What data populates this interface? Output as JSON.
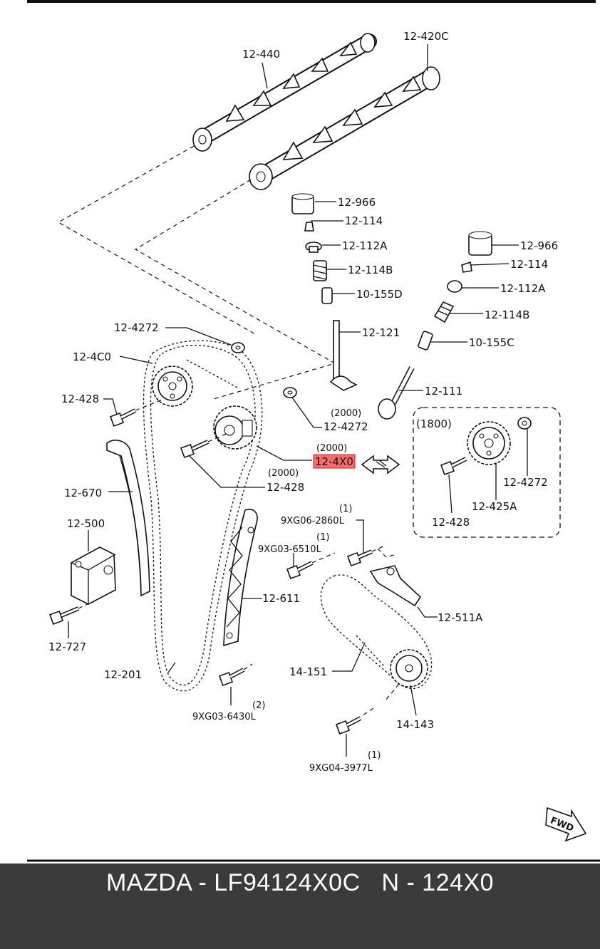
{
  "labels": {
    "cam_exhaust": "12-440",
    "cam_intake": "12-420C",
    "tappet_a": "12-966",
    "lock_a": "12-114",
    "seat_a": "12-112A",
    "spring_a": "12-114B",
    "seal_a": "10-155D",
    "valve_a": "12-121",
    "tappet_b": "12-966",
    "lock_b": "12-114",
    "seat_b": "12-112A",
    "spring_b": "12-114B",
    "seal_b": "10-155C",
    "valve_b": "12-111",
    "washer_top": "12-4272",
    "sprocket_exh": "12-4C0",
    "bolt_a": "12-428",
    "washer_mid_qty": "(2000)",
    "washer_mid": "12-4272",
    "actuator_qty": "(2000)",
    "actuator": "12-4X0",
    "bolt_b_qty": "(2000)",
    "bolt_b": "12-428",
    "box_title": "(1800)",
    "box_washer": "12-4272",
    "box_sprocket": "12-425A",
    "box_bolt": "12-428",
    "guide_left": "12-670",
    "tensioner": "12-500",
    "bolt_tens": "12-727",
    "bolt1_qty": "(1)",
    "bolt1": "9XG06-2860L",
    "bolt2_qty": "(1)",
    "bolt2": "9XG03-6510L",
    "guide_right": "12-611",
    "oil_guide": "12-511A",
    "chain_main": "12-201",
    "chain_oil": "14-151",
    "oil_sprocket": "14-143",
    "bolt3_qty": "(2)",
    "bolt3": "9XG03-6430L",
    "bolt4_qty": "(1)",
    "bolt4": "9XG04-3977L",
    "fwd": "FWD"
  },
  "footer": {
    "text": "MAZDA - LF94124X0C   N - 124X0"
  },
  "colors": {
    "highlight": "#ff6b6b",
    "footer_bg": "#3b3b3b",
    "footer_text": "#ffffff",
    "line": "#111111"
  }
}
